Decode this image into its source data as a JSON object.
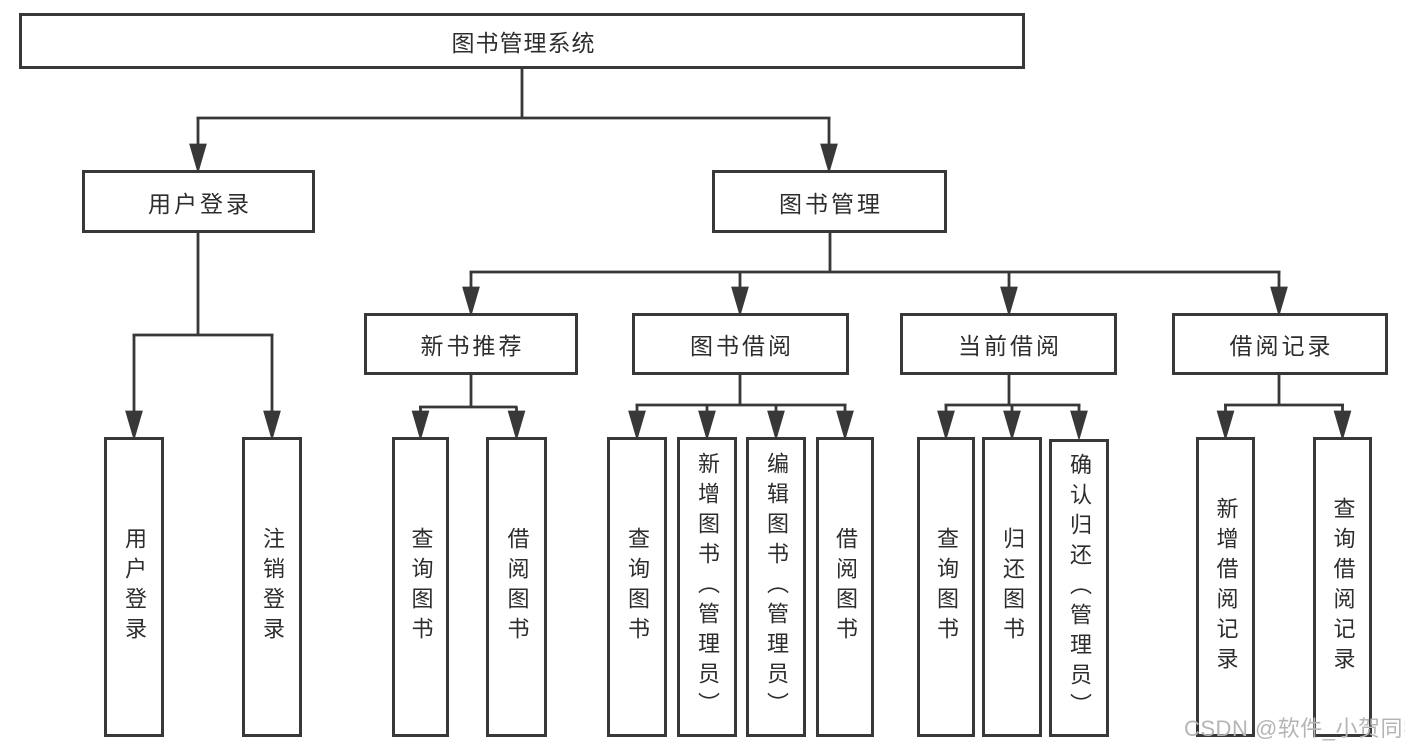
{
  "tree": {
    "label": "图书管理系统",
    "children": [
      {
        "label": "用户登录",
        "children": [
          {
            "label": "用户登录"
          },
          {
            "label": "注销登录"
          }
        ]
      },
      {
        "label": "图书管理",
        "children": [
          {
            "label": "新书推荐",
            "children": [
              {
                "label": "查询图书"
              },
              {
                "label": "借阅图书"
              }
            ]
          },
          {
            "label": "图书借阅",
            "children": [
              {
                "label": "查询图书"
              },
              {
                "label": "新增图书（管理员）"
              },
              {
                "label": "编辑图书（管理员）"
              },
              {
                "label": "借阅图书"
              }
            ]
          },
          {
            "label": "当前借阅",
            "children": [
              {
                "label": "查询图书"
              },
              {
                "label": "归还图书"
              },
              {
                "label": "确认归还（管理员）"
              }
            ]
          },
          {
            "label": "借阅记录",
            "children": [
              {
                "label": "新增借阅记录"
              },
              {
                "label": "查询借阅记录"
              }
            ]
          }
        ]
      }
    ]
  },
  "watermark": {
    "text": "CSDN @软件_小贺同学"
  },
  "colors": {
    "line": "#383838",
    "box_border": "#383838",
    "text": "#2d2d2d",
    "watermark": "#b5b5b5",
    "background": "#ffffff"
  }
}
